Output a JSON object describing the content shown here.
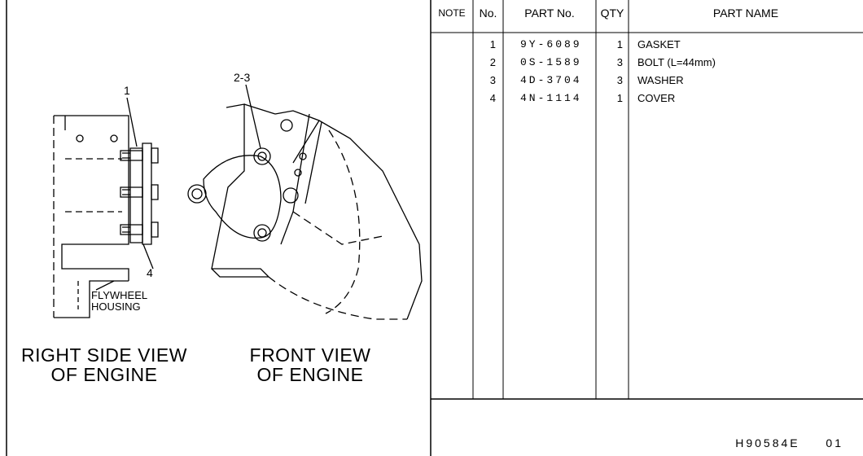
{
  "drawing": {
    "callouts": {
      "c1": "1",
      "c23": "2-3",
      "c4": "4"
    },
    "flywheel_line1": "FLYWHEEL",
    "flywheel_line2": "HOUSING",
    "right_view_line1": "RIGHT  SIDE  VIEW",
    "right_view_line2": "OF  ENGINE",
    "front_view_line1": "FRONT  VIEW",
    "front_view_line2": "OF  ENGINE"
  },
  "table": {
    "headers": {
      "note": "NOTE",
      "no": "No.",
      "part_no": "PART No.",
      "qty": "QTY",
      "part_name": "PART NAME"
    },
    "rows": [
      {
        "no": "1",
        "part_no": "9Y-6089",
        "qty": "1",
        "name": "GASKET"
      },
      {
        "no": "2",
        "part_no": "0S-1589",
        "qty": "3",
        "name": "BOLT (L=44mm)"
      },
      {
        "no": "3",
        "part_no": "4D-3704",
        "qty": "3",
        "name": "WASHER"
      },
      {
        "no": "4",
        "part_no": "4N-1114",
        "qty": "1",
        "name": "COVER"
      }
    ]
  },
  "footer": {
    "code": "H90584E",
    "page": "01"
  }
}
